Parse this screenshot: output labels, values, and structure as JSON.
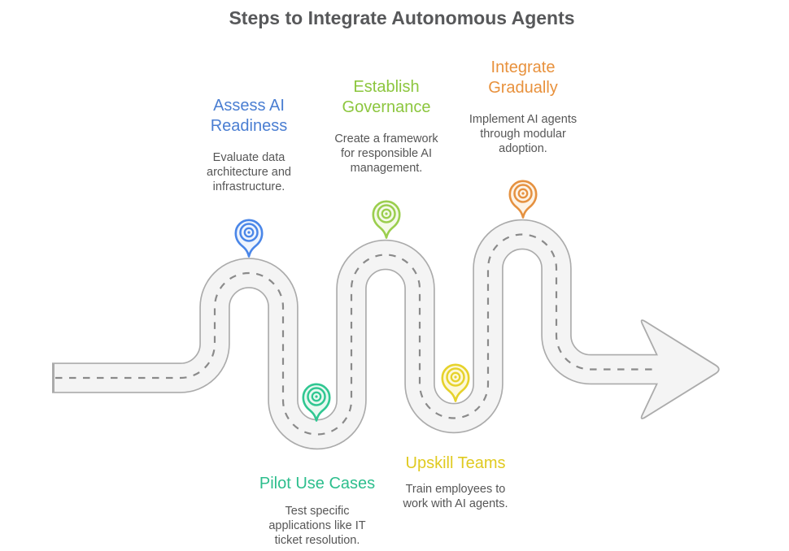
{
  "header": {
    "title": "Steps to Integrate Autonomous Agents"
  },
  "steps": [
    {
      "title": "Assess AI\nReadiness",
      "description": "Evaluate data\narchitecture and\ninfrastructure.",
      "color": "#4a7ed2",
      "pin_icon": "location-pin-icon",
      "pin_position": "on top of hill 1"
    },
    {
      "title": "Establish\nGovernance",
      "description": "Create a framework\nfor responsible AI\nmanagement.",
      "color": "#8cc63e",
      "pin_icon": "location-pin-icon",
      "pin_position": "on top of hill 2"
    },
    {
      "title": "Integrate\nGradually",
      "description": "Implement AI agents\nthrough modular\nadoption.",
      "color": "#e8913c",
      "pin_icon": "location-pin-icon",
      "pin_position": "on top of hill 3"
    },
    {
      "title": "Pilot Use Cases",
      "description": "Test specific\napplications like IT\nticket resolution.",
      "color": "#2dbe8d",
      "pin_icon": "location-pin-icon",
      "pin_position": "inside valley 1"
    },
    {
      "title": "Upskill Teams",
      "description": "Train employees to\nwork with AI agents.",
      "color": "#e0ca20",
      "pin_icon": "location-pin-icon",
      "pin_position": "inside valley 2"
    }
  ],
  "road": {
    "shape": "serpentine road left-to-right ending in block arrow",
    "fill_color": "#f4f4f4",
    "edge_color": "#ababab",
    "centerline_color": "#8a8a8a",
    "centerline_style": "dashed"
  }
}
